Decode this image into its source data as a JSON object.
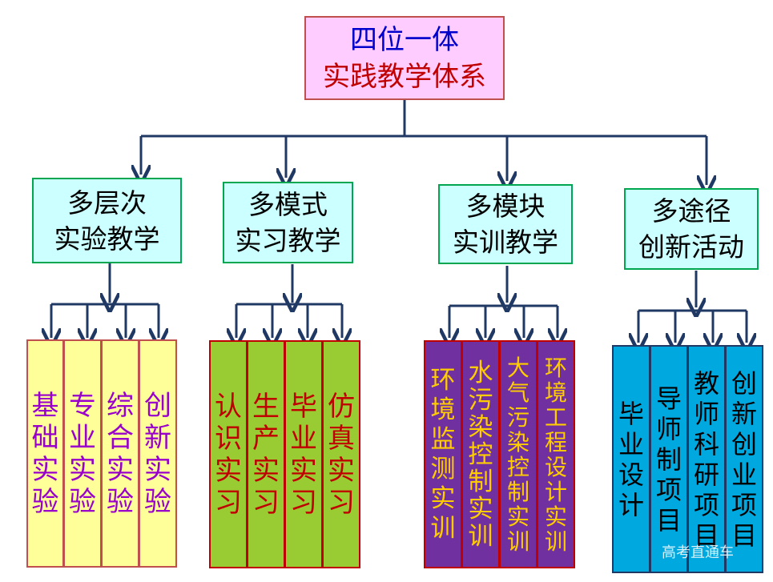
{
  "root": {
    "line1": "四位一体",
    "line2": "实践教学体系"
  },
  "categories": [
    {
      "line1": "多层次",
      "line2": "实验教学"
    },
    {
      "line1": "多模式",
      "line2": "实习教学"
    },
    {
      "line1": "多模块",
      "line2": "实训教学"
    },
    {
      "line1": "多途径",
      "line2": "创新活动"
    }
  ],
  "groups": [
    {
      "items": [
        "基础实验",
        "专业实验",
        "综合实验",
        "创新实验"
      ]
    },
    {
      "items": [
        "认识实习",
        "生产实习",
        "毕业实习",
        "仿真实习"
      ]
    },
    {
      "items": [
        "环境监测实训",
        "水污染控制实训",
        "大气污染控制实训",
        "环境工程设计实训"
      ]
    },
    {
      "items": [
        "毕业设计",
        "导师制项目",
        "教师科研项目",
        "创新创业项目"
      ]
    }
  ],
  "watermark": "高考直通车",
  "colors": {
    "line": "#1f3864",
    "root_fill": "#ffccff",
    "category_fill": "#ccffff",
    "yellow": "#ffff99",
    "green": "#99cc33",
    "purple": "#7030a0",
    "blue": "#00a8e0"
  }
}
